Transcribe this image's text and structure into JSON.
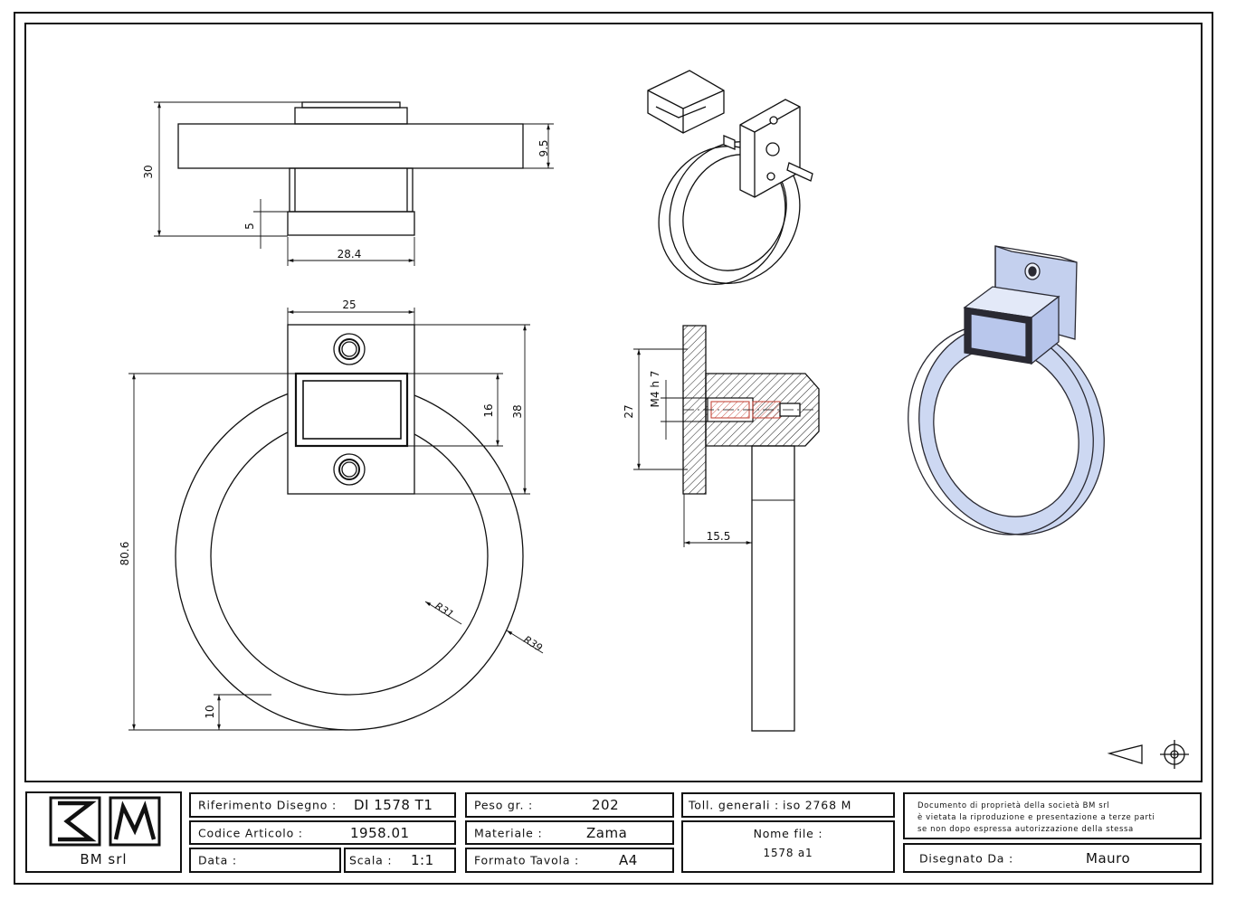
{
  "dimensions": {
    "top_view_height": "30",
    "top_view_thickness": "9.5",
    "top_view_base": "5",
    "top_view_width": "28.4",
    "front_plate_width": "25",
    "front_block_height": "16",
    "front_plate_height": "38",
    "ring_total_height": "80.6",
    "ring_thickness": "10",
    "inner_radius": "R31",
    "outer_radius": "R39",
    "section_height": "27",
    "thread_spec": "M4 h 7",
    "section_depth": "15.5"
  },
  "title_block": {
    "company": "BM srl",
    "drawing_ref_label": "Riferimento Disegno :",
    "drawing_ref_value": "DI 1578 T1",
    "article_code_label": "Codice Articolo :",
    "article_code_value": "1958.01",
    "date_label": "Data :",
    "date_value": "",
    "scale_label": "Scala :",
    "scale_value": "1:1",
    "weight_label": "Peso gr. :",
    "weight_value": "202",
    "material_label": "Materiale :",
    "material_value": "Zama",
    "format_label": "Formato Tavola :",
    "format_value": "A4",
    "tolerance_label": "Toll. generali :",
    "tolerance_value": "iso 2768     M",
    "filename_label": "Nome file :",
    "filename_value": "1578 a1",
    "ownership_line1": "Documento di proprietà della società BM srl",
    "ownership_line2": "è vietata la riproduzione e presentazione a terze parti",
    "ownership_line3": "se non dopo espressa autorizzazione della stessa",
    "drawn_by_label": "Disegnato Da :",
    "drawn_by_value": "Mauro"
  },
  "colors": {
    "line": "#111111",
    "render_fill": "#cdd8f2",
    "render_edge": "#2a2a33",
    "section_hatch": "#222222",
    "thread_red": "#c0392b"
  }
}
